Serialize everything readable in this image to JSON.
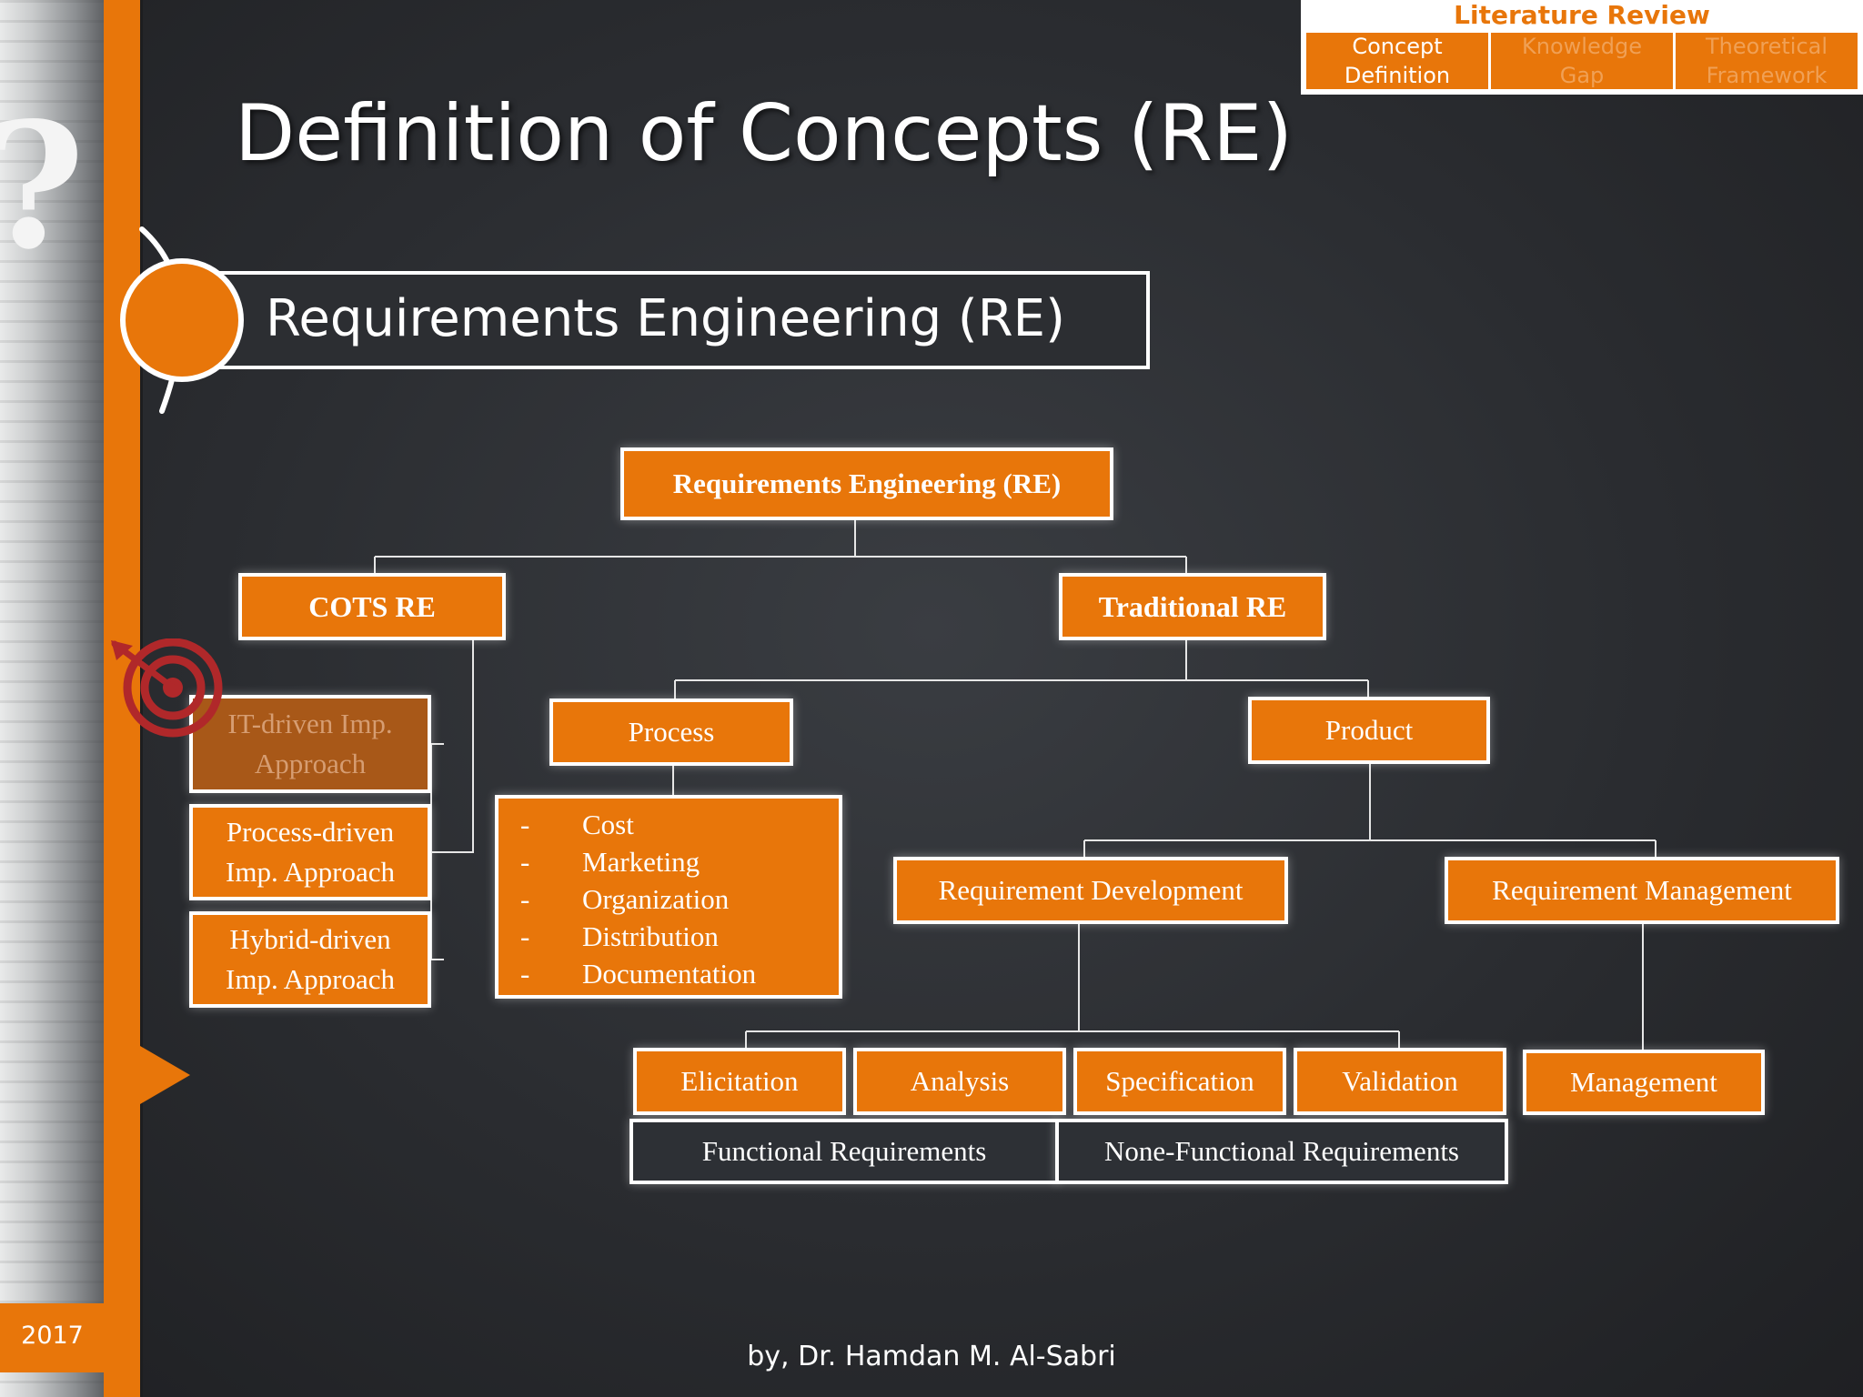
{
  "slide": {
    "title": "Definition of Concepts (RE)",
    "banner": "Requirements Engineering (RE)",
    "year": "2017",
    "author": "by, Dr. Hamdan M. Al-Sabri"
  },
  "nav": {
    "title": "Literature Review",
    "tabs": [
      {
        "label": "Concept Definition",
        "state": "active"
      },
      {
        "label": "Knowledge Gap",
        "state": "inactive"
      },
      {
        "label": "Theoretical Framework",
        "state": "inactive"
      }
    ]
  },
  "diagram": {
    "root": "Requirements Engineering (RE)",
    "cots": {
      "label": "COTS RE",
      "children": [
        "IT-driven Imp. Approach",
        "Process-driven Imp. Approach",
        "Hybrid-driven Imp. Approach"
      ]
    },
    "traditional": {
      "label": "Traditional RE",
      "process": {
        "label": "Process",
        "items": [
          "Cost",
          "Marketing",
          "Organization",
          "Distribution",
          "Documentation"
        ],
        "bullet": "-"
      },
      "product": {
        "label": "Product",
        "development": {
          "label": "Requirement Development",
          "steps": [
            "Elicitation",
            "Analysis",
            "Specification",
            "Validation"
          ],
          "types": [
            "Functional Requirements",
            "None-Functional Requirements"
          ]
        },
        "management": {
          "label": "Requirement Management",
          "steps": [
            "Management"
          ]
        }
      }
    }
  },
  "colors": {
    "accent": "#e8760a",
    "background": "#2a2c30",
    "target": "#b0282a"
  }
}
